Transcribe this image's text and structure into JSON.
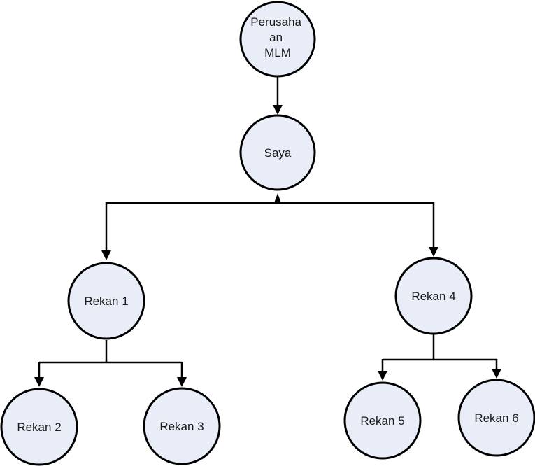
{
  "diagram": {
    "nodes": {
      "company": [
        "Perusaha",
        "an",
        "MLM"
      ],
      "me": "Saya",
      "partner1": "Rekan 1",
      "partner2": "Rekan 2",
      "partner3": "Rekan 3",
      "partner4": "Rekan 4",
      "partner5": "Rekan 5",
      "partner6": "Rekan 6"
    },
    "edges": [
      {
        "from": "company",
        "to": "me"
      },
      {
        "from": "me",
        "to": "partner1"
      },
      {
        "from": "me",
        "to": "partner4"
      },
      {
        "from": "partner1",
        "to": "partner2"
      },
      {
        "from": "partner1",
        "to": "partner3"
      },
      {
        "from": "partner4",
        "to": "partner5"
      },
      {
        "from": "partner4",
        "to": "partner6"
      }
    ],
    "colors": {
      "node_fill": "#e8edf8",
      "node_stroke": "#000000",
      "edge": "#000000"
    }
  }
}
